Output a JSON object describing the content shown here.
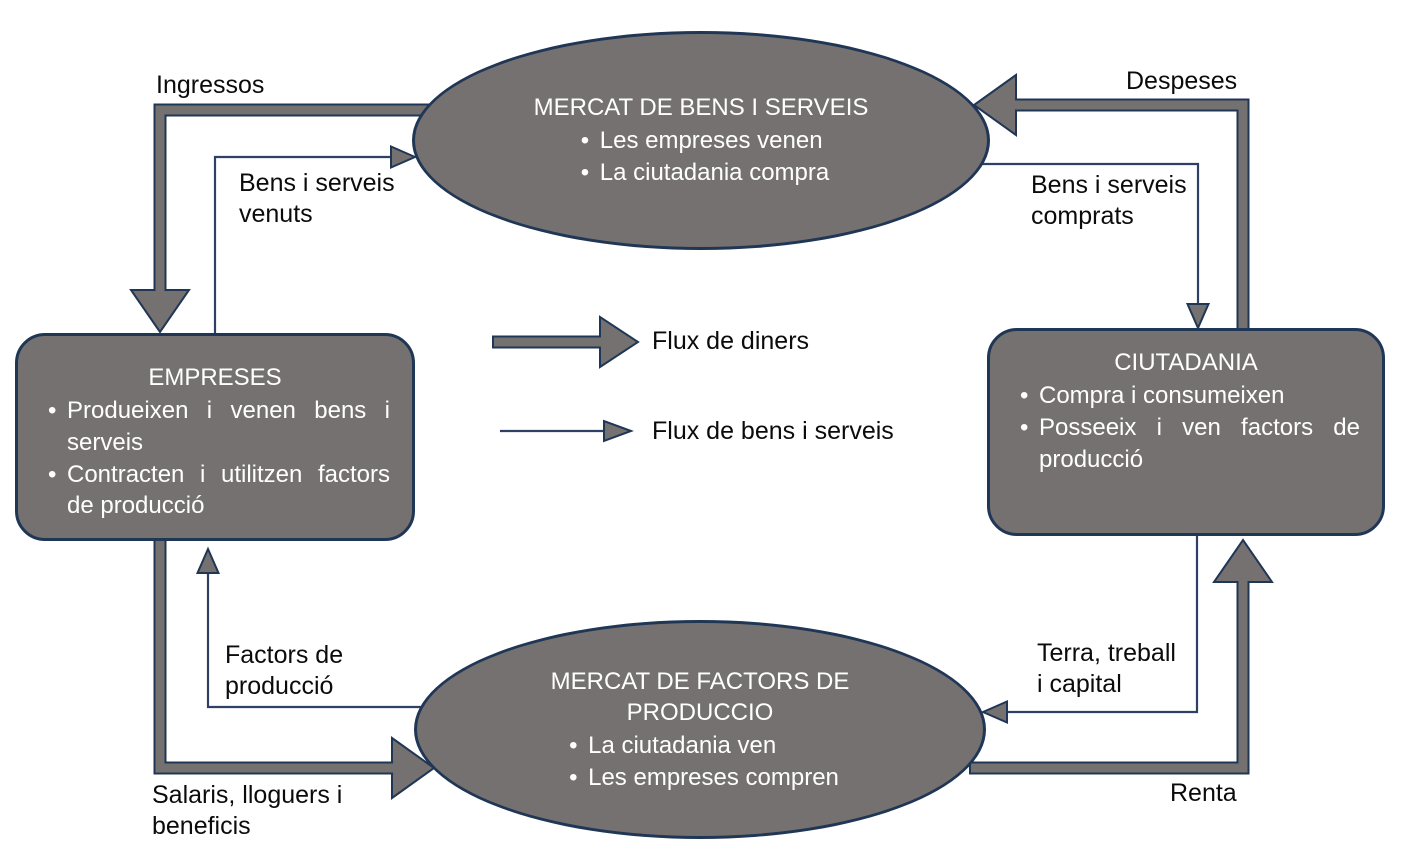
{
  "nodes": {
    "market_goods": {
      "title": "MERCAT DE BENS I SERVEIS",
      "bullets": [
        "Les empreses venen",
        "La ciutadania compra"
      ]
    },
    "companies": {
      "title": "EMPRESES",
      "bullets": [
        "Produeixen i venen bens i serveis",
        "Contracten i utilitzen factors de producció"
      ]
    },
    "citizens": {
      "title": "CIUTADANIA",
      "bullets": [
        "Compra i consumeixen",
        "Posseeix i ven factors de producció"
      ]
    },
    "market_factors": {
      "title": "MERCAT DE FACTORS DE PRODUCCIO",
      "bullets": [
        "La ciutadania ven",
        "Les empreses compren"
      ]
    }
  },
  "flow_labels": {
    "ingressos": "Ingressos",
    "despeses": "Despeses",
    "bens_serveis_venuts": "Bens i serveis\nvenuts",
    "bens_serveis_comprats": "Bens i serveis\ncomprats",
    "factors_de_produccio": "Factors de\nproducció",
    "terra_treball_capital": "Terra, treball\ni capital",
    "salaris_lloguers_beneficis": "Salaris, lloguers i\nbeneficis",
    "renta": "Renta"
  },
  "legend": {
    "money_flow": "Flux de diners",
    "goods_flow": "Flux de bens i serveis"
  },
  "colors": {
    "shape_fill": "#767171",
    "shape_border": "#203655",
    "thin_arrow_line": "#2e4063",
    "text_on_shape": "#ffffff",
    "label_text": "#0b0b0b"
  }
}
